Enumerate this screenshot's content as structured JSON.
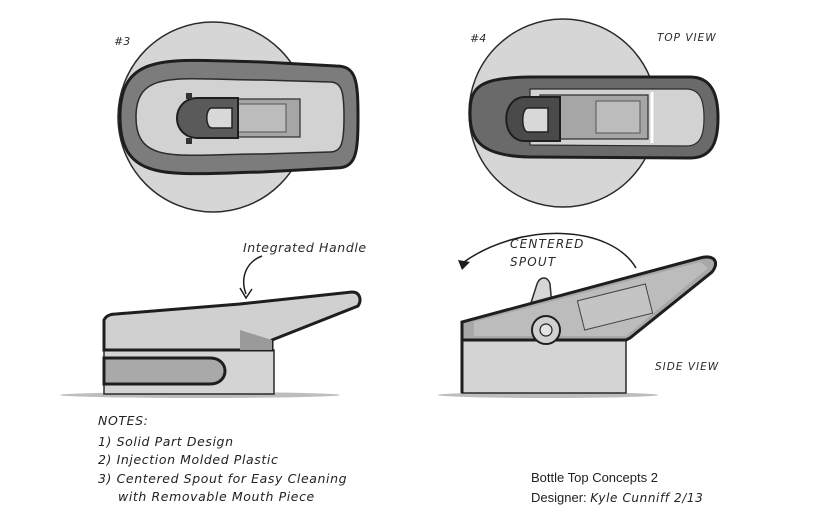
{
  "sketch_labels": {
    "concept_3": "#3",
    "concept_4": "#4",
    "top_view": "TOP VIEW",
    "side_view": "SIDE VIEW",
    "handle_callout": "Integrated Handle",
    "spout_callout_line1": "CENTERED",
    "spout_callout_line2": "SPOUT"
  },
  "notes": {
    "title": "NOTES:",
    "items": [
      "1) Solid Part Design",
      "2) Injection Molded Plastic",
      "3) Centered Spout for Easy Cleaning",
      "with Removable Mouth Piece"
    ]
  },
  "caption": {
    "title": "Bottle Top Concepts 2",
    "designer_label": "Designer:",
    "designer_name": "Kyle Cunniff 2/13"
  },
  "colors": {
    "line": "#1e1e1e",
    "light_fill": "#d4d4d4",
    "mid_fill": "#a9a9a9",
    "dark_fill": "#6e6e6e",
    "shadow": "#8c8c8c"
  }
}
